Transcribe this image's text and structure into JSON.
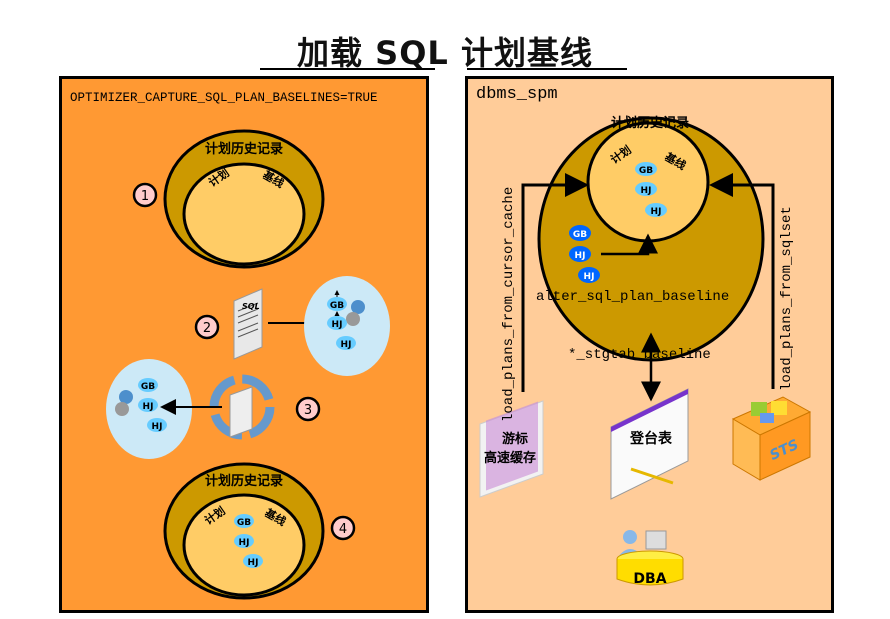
{
  "title": "加载 SQL 计划基线",
  "left_panel": {
    "parameter": "OPTIMIZER_CAPTURE_SQL_PLAN_BASELINES=TRUE",
    "steps": [
      "1",
      "2",
      "3",
      "4"
    ],
    "plan_history_top": {
      "outer_label": "计划历史记录",
      "inner_left_label": "计划",
      "inner_right_label": "基线"
    },
    "plan_history_bottom": {
      "outer_label": "计划历史记录",
      "inner_left_label": "计划",
      "inner_right_label": "基线",
      "nodes": [
        "GB",
        "HJ",
        "HJ"
      ]
    },
    "sql_doc_label": "SQL",
    "plan_tree_1": [
      "GB",
      "HJ",
      "HJ"
    ],
    "plan_tree_2": [
      "GB",
      "HJ",
      "HJ"
    ]
  },
  "right_panel": {
    "package": "dbms_spm",
    "plan_history": {
      "outer_label": "计划历史记录",
      "inner_left_label": "计划",
      "inner_right_label": "基线",
      "baseline_nodes": [
        "GB",
        "HJ",
        "HJ"
      ],
      "plan_nodes": [
        "GB",
        "HJ",
        "HJ"
      ]
    },
    "alter_label": "alter_sql_plan_baseline",
    "stgtab_label": "*_stgtab_baseline",
    "load_cursor_label": "load_plans_from_cursor_cache",
    "load_sqlset_label": "load_plans_from_sqlset",
    "cursor_cache_label_1": "游标",
    "cursor_cache_label_2": "高速缓存",
    "staging_table_label": "登台表",
    "sts_label": "STS",
    "dba_label": "DBA"
  },
  "colors": {
    "left_bg": "#ff9933",
    "right_bg": "#ffcc99",
    "outer_ring": "#cc9900",
    "inner_circle": "#ffcc66",
    "plan_bubble": "#cce9f7",
    "node_light": "#66ccff",
    "node_dark": "#0066ff",
    "step_badge": "#ffcccc"
  }
}
